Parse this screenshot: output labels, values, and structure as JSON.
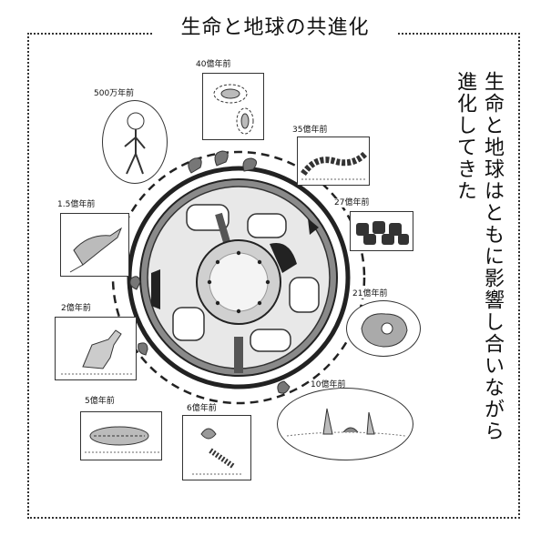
{
  "title": "生命と地球の共進化",
  "side_text": {
    "col1": "生命と地球はともに影響し合いながら",
    "col2": "進化してきた"
  },
  "eras": [
    {
      "label": "40億年前"
    },
    {
      "label": "35億年前"
    },
    {
      "label": "27億年前"
    },
    {
      "label": "21億年前"
    },
    {
      "label": "10億年前"
    },
    {
      "label": "6億年前"
    },
    {
      "label": "5億年前"
    },
    {
      "label": "2億年前"
    },
    {
      "label": "1.5億年前"
    },
    {
      "label": "500万年前"
    }
  ]
}
